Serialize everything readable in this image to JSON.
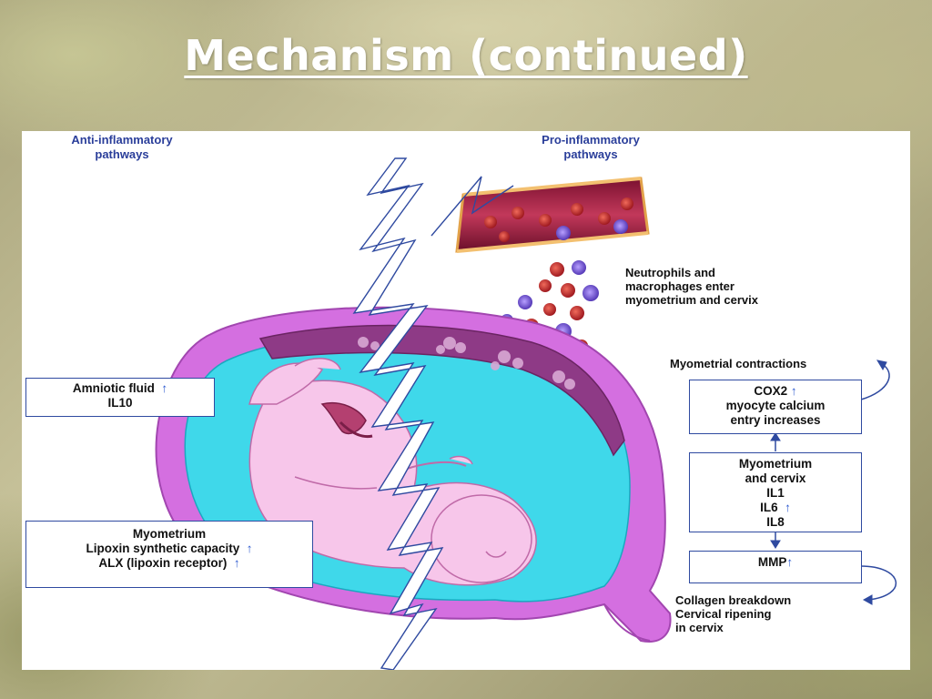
{
  "slide": {
    "title": "Mechanism  (continued)"
  },
  "diagram": {
    "headers": {
      "anti": [
        "Anti-inflammatory",
        "pathways"
      ],
      "pro": [
        "Pro-inflammatory",
        "pathways"
      ]
    },
    "neutrophils_label": [
      "Neutrophils and",
      "macrophages enter",
      "myometrium and cervix"
    ],
    "myometrial_contractions_label": "Myometrial contractions",
    "collagen_label": [
      "Collagen breakdown",
      "Cervical ripening",
      "in cervix"
    ],
    "boxes": {
      "amniotic": [
        "Amniotic fluid",
        "IL10"
      ],
      "lipoxin": [
        "Myometrium",
        "Lipoxin synthetic capacity",
        "ALX (lipoxin receptor)"
      ],
      "cox2": [
        "COX2",
        "myocyte calcium",
        "entry increases"
      ],
      "myometrium_cervix": [
        "Myometrium",
        "and cervix",
        "IL1",
        "IL6",
        "IL8"
      ],
      "mmp": [
        "MMP"
      ]
    },
    "increase_symbol": "↑",
    "colors": {
      "uterus_outer": "#d46fe0",
      "uterus_inner": "#f6b6f0",
      "amniotic": "#3fd8ea",
      "placenta": "#8e3a86",
      "vessel": "#a4223e",
      "lightning": "#ffffff",
      "box_border": "#2f4aa0",
      "arrow_blue": "#2f5bd0"
    }
  }
}
